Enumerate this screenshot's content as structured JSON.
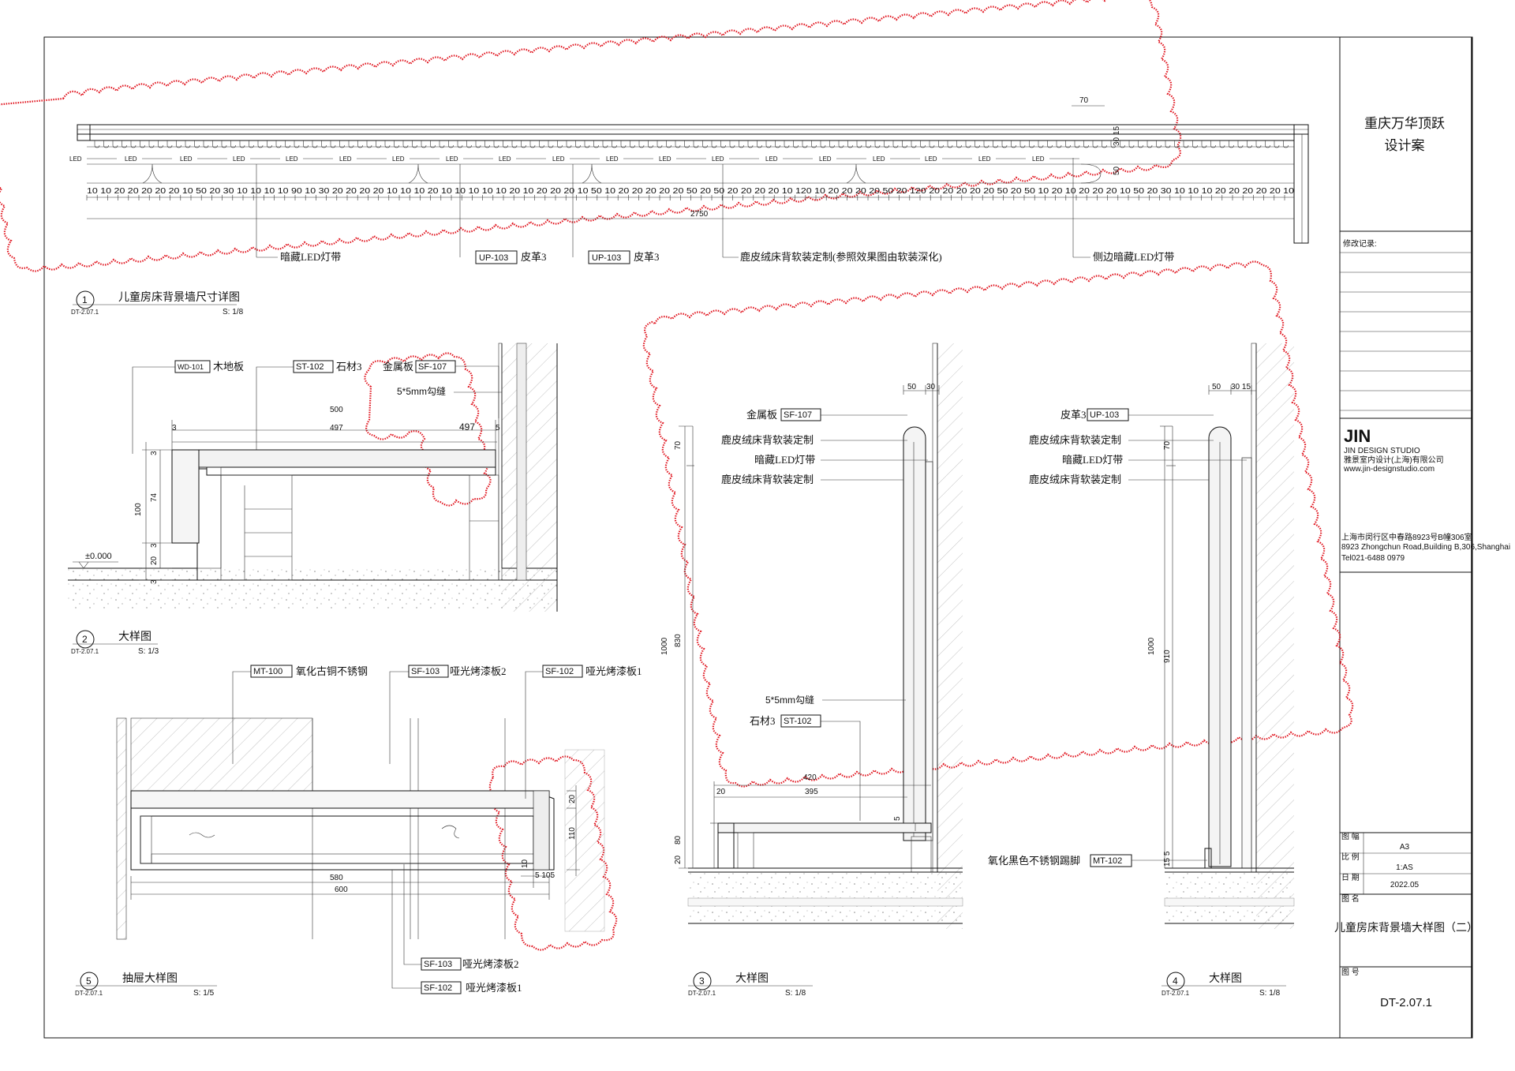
{
  "title_block": {
    "project_line1": "重庆万华顶跃",
    "project_line2": "设计案",
    "revision_label": "修改记录:",
    "studio_logo": "JIN",
    "studio_name_en": "JIN DESIGN STUDIO",
    "studio_name_cn": "雅景室内设计(上海)有限公司",
    "studio_url": "www.jin-designstudio.com",
    "address_cn": "上海市闵行区中春路8923号B幢306室",
    "address_en": "8923 Zhongchun Road,Building B,306,Shanghai",
    "tel": "Tel021-6488 0979",
    "paper_label": "图 幅",
    "paper_value": "A3",
    "scale_label": "比 例",
    "scale_value": "1:AS",
    "date_label": "日 期",
    "date_value": "2022.05",
    "drawing_name_label": "图 名",
    "drawing_name": "儿童房床背景墙大样图（二）",
    "drawing_no_label": "图 号",
    "drawing_no": "DT-2.07.1"
  },
  "details": {
    "d1": {
      "num": "1",
      "ref": "DT-2.07.1",
      "title": "儿童房床背景墙尺寸详图",
      "scale": "S: 1/8"
    },
    "d2": {
      "num": "2",
      "ref": "DT-2.07.1",
      "title": "大样图",
      "scale": "S: 1/3"
    },
    "d3": {
      "num": "3",
      "ref": "DT-2.07.1",
      "title": "大样图",
      "scale": "S: 1/8"
    },
    "d4": {
      "num": "4",
      "ref": "DT-2.07.1",
      "title": "大样图",
      "scale": "S: 1/8"
    },
    "d5": {
      "num": "5",
      "ref": "DT-2.07.1",
      "title": "抽屉大样图",
      "scale": "S: 1/5"
    }
  },
  "elev1": {
    "led": "LED",
    "dim_70": "70",
    "dim_30_15": "30 15",
    "dim_50": "50",
    "dim_total": "2750",
    "dims_row": "10 10 20 20 20 20 20 10 50 20 30 10 10 10 10 90 10 30 20 20 20 20 10 10 10 20 10 10 10 10 10 20 10 20 20 20 10 50 10 20 20 20 20 20 50 20 50 20 20 20 20 10 120 10 20 20 20 20 50 20 120 20 20 20 20 20 50 20 50 10 20 10 20 20 20 10 50 20 30 10 10 10 20 20 20 20 20 10",
    "note_led": "暗藏LED灯带",
    "up103_tag": "UP-103",
    "up103_text": "皮革3",
    "note_soft": "鹿皮绒床背软装定制(参照效果图由软装深化)",
    "note_side_led": "侧边暗藏LED灯带"
  },
  "d2": {
    "wd101_tag": "WD-101",
    "wd101_text": "木地板",
    "st102_tag": "ST-102",
    "st102_text": "石材3",
    "sf107_text": "金属板",
    "sf107_tag": "SF-107",
    "groove": "5*5mm勾缝",
    "dim_500": "500",
    "dim_497a": "497",
    "dim_497b": "497",
    "dim_3a": "3",
    "dim_5": "5",
    "dim_3b": "3",
    "dim_100": "100",
    "dim_74": "74",
    "dim_3c": "3",
    "dim_20": "20",
    "dim_3d": "3",
    "level": "±0.000"
  },
  "d5": {
    "mt100_tag": "MT-100",
    "mt100_text": "氧化古铜不锈钢",
    "sf103_tag": "SF-103",
    "sf103_text": "哑光烤漆板2",
    "sf102_tag": "SF-102",
    "sf102_text": "哑光烤漆板1",
    "dim_580": "580",
    "dim_600": "600",
    "dim_20": "20",
    "dim_110": "110",
    "dim_10": "10",
    "dim_5_105": "5 105",
    "sf103b_tag": "SF-103",
    "sf103b_text": "哑光烤漆板2",
    "sf102b_tag": "SF-102",
    "sf102b_text": "哑光烤漆板1"
  },
  "d3": {
    "dim_50": "50",
    "dim_30": "30",
    "sf107_text": "金属板",
    "sf107_tag": "SF-107",
    "soft1": "鹿皮绒床背软装定制",
    "led": "暗藏LED灯带",
    "soft2": "鹿皮绒床背软装定制",
    "dim_70": "70",
    "dim_1000": "1000",
    "dim_830": "830",
    "groove": "5*5mm勾缝",
    "st102_text": "石材3",
    "st102_tag": "ST-102",
    "dim_420": "420",
    "dim_20": "20",
    "dim_395": "395",
    "dim_80": "80",
    "dim_20b": "20",
    "dim_5": "5"
  },
  "d4": {
    "dim_50": "50",
    "dim_30_15": "30 15",
    "up103_text": "皮革3",
    "up103_tag": "UP-103",
    "soft1": "鹿皮绒床背软装定制",
    "led": "暗藏LED灯带",
    "soft2": "鹿皮绒床背软装定制",
    "dim_70": "70",
    "dim_1000": "1000",
    "dim_910": "910",
    "mt102_text": "氧化黑色不锈钢踢脚",
    "mt102_tag": "MT-102",
    "dim_15_5": "15 5"
  }
}
